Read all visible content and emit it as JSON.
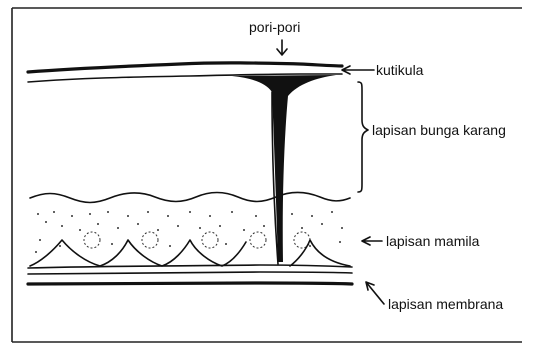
{
  "labels": {
    "pores": "pori-pori",
    "cuticle": "kutikula",
    "spongy_layer": "lapisan bunga karang",
    "mammillary_layer": "lapisan mamila",
    "membrane_layer": "lapisan membrana"
  }
}
